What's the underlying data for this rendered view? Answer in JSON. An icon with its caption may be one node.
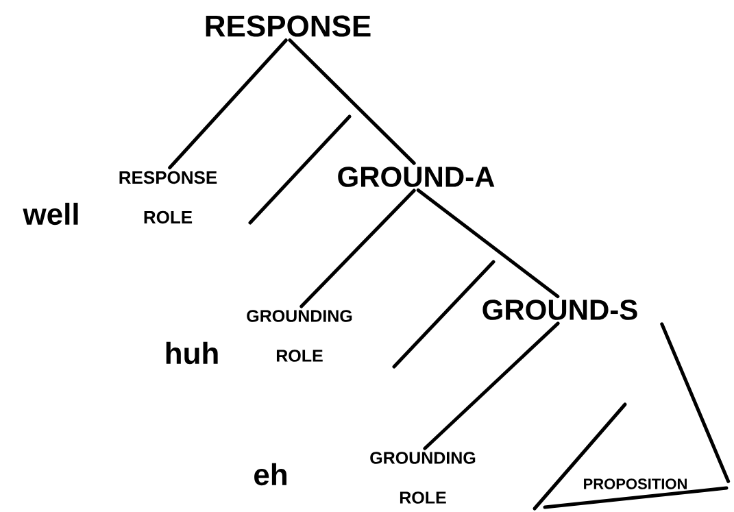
{
  "diagram": {
    "nodes": [
      {
        "text": [
          "RESPONSE"
        ]
      },
      {
        "text": [
          "RESPONSE ROLE"
        ],
        "beside": [
          "well"
        ]
      },
      {
        "text": [
          "GROUND-A"
        ]
      },
      {
        "text": [
          "GROUNDING ROLE"
        ],
        "beside": [
          "huh"
        ]
      },
      {
        "text": [
          "GROUND-S"
        ]
      },
      {
        "text": [
          "GROUNDING ROLE"
        ],
        "beside": [
          "eh"
        ]
      },
      {
        "text": [
          "PROPOSITION"
        ]
      }
    ],
    "edges": [
      {
        "from": 0,
        "to": 1,
        "arrow": "none"
      },
      {
        "from": 0,
        "to": 2,
        "arrow": "none"
      },
      {
        "from": 2,
        "to": 3,
        "arrow": "none"
      },
      {
        "from": 2,
        "to": 4,
        "arrow": "none"
      },
      {
        "from": 4,
        "to": 5,
        "arrow": "none"
      },
      {
        "from": 4,
        "to": 6,
        "arrow": "none"
      }
    ]
  }
}
